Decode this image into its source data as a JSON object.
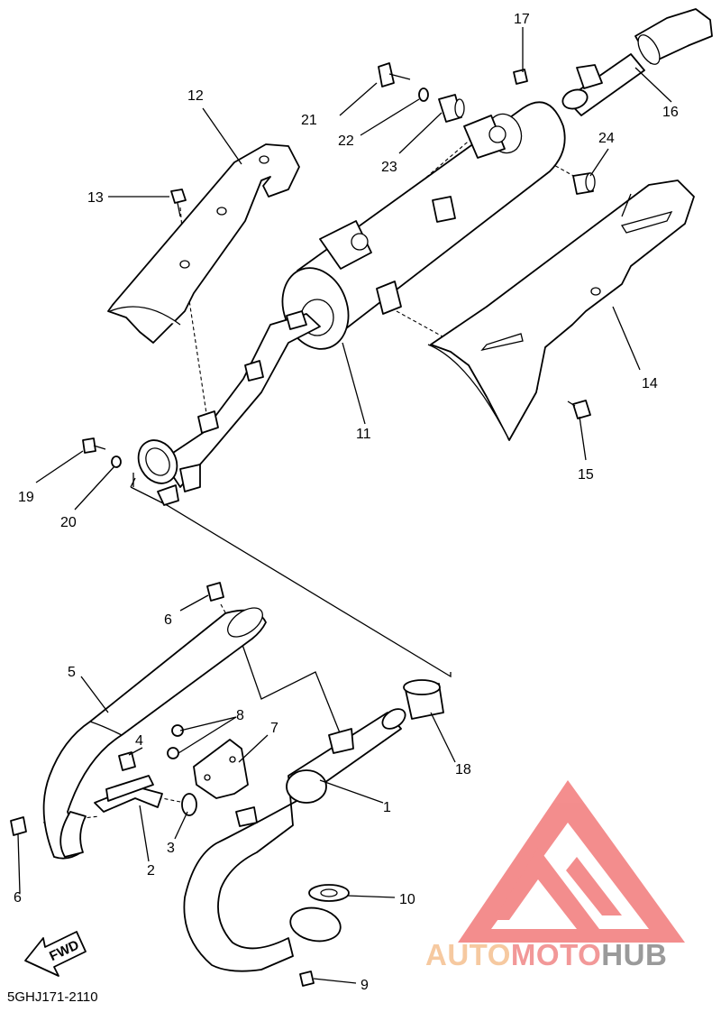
{
  "diagram_code": "5GHJ171-2110",
  "direction_label": "FWD",
  "parts": [
    {
      "number": "1"
    },
    {
      "number": "2"
    },
    {
      "number": "3"
    },
    {
      "number": "4"
    },
    {
      "number": "5"
    },
    {
      "number": "6"
    },
    {
      "number": "7"
    },
    {
      "number": "8"
    },
    {
      "number": "9"
    },
    {
      "number": "10"
    },
    {
      "number": "11"
    },
    {
      "number": "12"
    },
    {
      "number": "13"
    },
    {
      "number": "14"
    },
    {
      "number": "15"
    },
    {
      "number": "16"
    },
    {
      "number": "17"
    },
    {
      "number": "18"
    },
    {
      "number": "19"
    },
    {
      "number": "20"
    },
    {
      "number": "21"
    },
    {
      "number": "22"
    },
    {
      "number": "23"
    },
    {
      "number": "24"
    }
  ],
  "watermark": {
    "brand_parts": [
      "AUTO",
      "MOTO",
      "HUB"
    ],
    "colors": {
      "auto": "#f6c9a0",
      "moto": "#f29898",
      "hub": "#9a9a9a",
      "triangle": "#f27a7a"
    }
  }
}
